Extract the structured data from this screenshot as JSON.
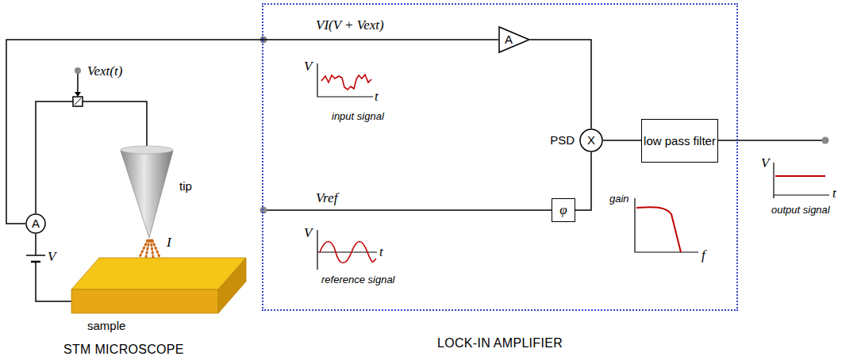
{
  "diagram": {
    "nodes": [
      {
        "text": [
          "LOCK-IN AMPLIFIER"
        ]
      },
      {
        "text": [
          "A"
        ],
        "in": 0
      },
      {
        "text": [
          "X",
          "PSD"
        ],
        "in": 0
      },
      {
        "text": [
          "φ"
        ],
        "in": 0
      },
      {
        "text": [
          "low pass filter"
        ],
        "in": 0
      },
      {
        "text": [
          "A"
        ]
      }
    ],
    "edges": [
      {
        "from": 5,
        "to": 1,
        "arrow": "none"
      },
      {
        "from": 1,
        "to": 2,
        "arrow": "none"
      },
      {
        "from": 3,
        "to": 2,
        "arrow": "none"
      },
      {
        "from": 2,
        "to": 4,
        "arrow": "none"
      }
    ],
    "labels": [
      "VI(V + Vext)",
      "V",
      "t",
      "input signal",
      "Vref",
      "V",
      "t",
      "reference signal",
      "gain",
      "f",
      "V",
      "t",
      "output signal",
      "Vext(t)",
      "V",
      "tip",
      "I",
      "sample",
      "STM MICROSCOPE"
    ]
  }
}
